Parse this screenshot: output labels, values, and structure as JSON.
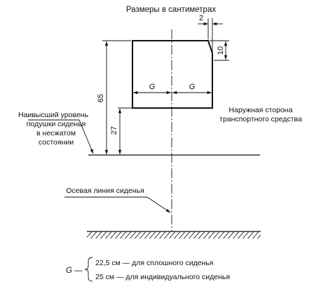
{
  "header": {
    "units_note": "Размеры в сантиметрах"
  },
  "dimensions": {
    "width_gap": "2",
    "corner_drop": "10",
    "total_height": "65",
    "cushion_height": "27",
    "half_width_left": "G",
    "half_width_right": "G"
  },
  "labels": {
    "cushion_level": [
      "Наивысший уровень",
      "подушки сиденья",
      "в несжатом",
      "состоянии"
    ],
    "outer_side": [
      "Наружная сторона",
      "транспортного средства"
    ],
    "seat_axis": "Осевая линия сиденья"
  },
  "formula": {
    "symbol": "G",
    "equals": "—",
    "option_1": "22,5 см — для сплошного сиденья",
    "option_2": "25 см — для индивидуального сиденья"
  }
}
